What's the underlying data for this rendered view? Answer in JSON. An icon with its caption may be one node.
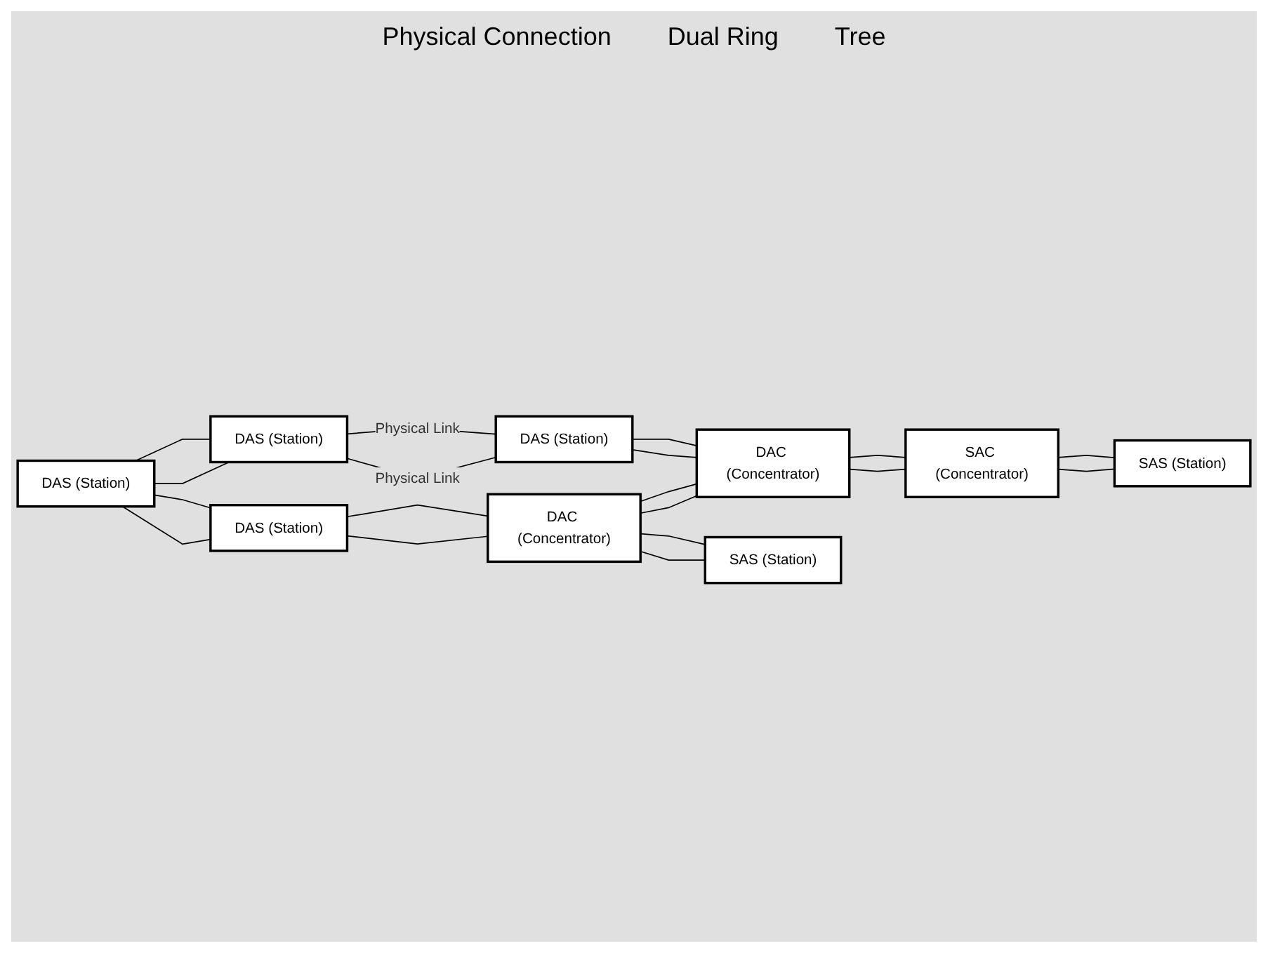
{
  "diagram": {
    "nodes": [
      {
        "text": [
          "DAS (Station)"
        ]
      },
      {
        "text": [
          "DAS (Station)"
        ]
      },
      {
        "text": [
          "DAS (Station)"
        ]
      },
      {
        "text": [
          "DAS (Station)"
        ]
      },
      {
        "text": [
          "DAC (Concentrator)"
        ]
      },
      {
        "text": [
          "DAC (Concentrator)"
        ]
      },
      {
        "text": [
          "SAS (Station)"
        ]
      },
      {
        "text": [
          "SAC (Concentrator)"
        ]
      },
      {
        "text": [
          "SAS (Station)"
        ]
      }
    ],
    "edges": [
      {
        "from": 0,
        "to": 1,
        "arrow": "none"
      },
      {
        "from": 0,
        "to": 1,
        "arrow": "none"
      },
      {
        "from": 1,
        "to": 2,
        "arrow": "none",
        "label": "Physical Link"
      },
      {
        "from": 1,
        "to": 2,
        "arrow": "none",
        "label": "Physical Link"
      },
      {
        "from": 0,
        "to": 3,
        "arrow": "none"
      },
      {
        "from": 0,
        "to": 3,
        "arrow": "none"
      },
      {
        "from": 3,
        "to": 4,
        "arrow": "none"
      },
      {
        "from": 3,
        "to": 4,
        "arrow": "none"
      },
      {
        "from": 4,
        "to": 5,
        "arrow": "none"
      },
      {
        "from": 4,
        "to": 5,
        "arrow": "none"
      },
      {
        "from": 2,
        "to": 5,
        "arrow": "none"
      },
      {
        "from": 2,
        "to": 5,
        "arrow": "none"
      },
      {
        "from": 4,
        "to": 6,
        "arrow": "none"
      },
      {
        "from": 4,
        "to": 6,
        "arrow": "none"
      },
      {
        "from": 5,
        "to": 7,
        "arrow": "none"
      },
      {
        "from": 5,
        "to": 7,
        "arrow": "none"
      },
      {
        "from": 7,
        "to": 8,
        "arrow": "none"
      },
      {
        "from": 7,
        "to": 8,
        "arrow": "none"
      }
    ],
    "labels": [
      "Physical Connection",
      "Dual Ring",
      "Tree"
    ]
  }
}
